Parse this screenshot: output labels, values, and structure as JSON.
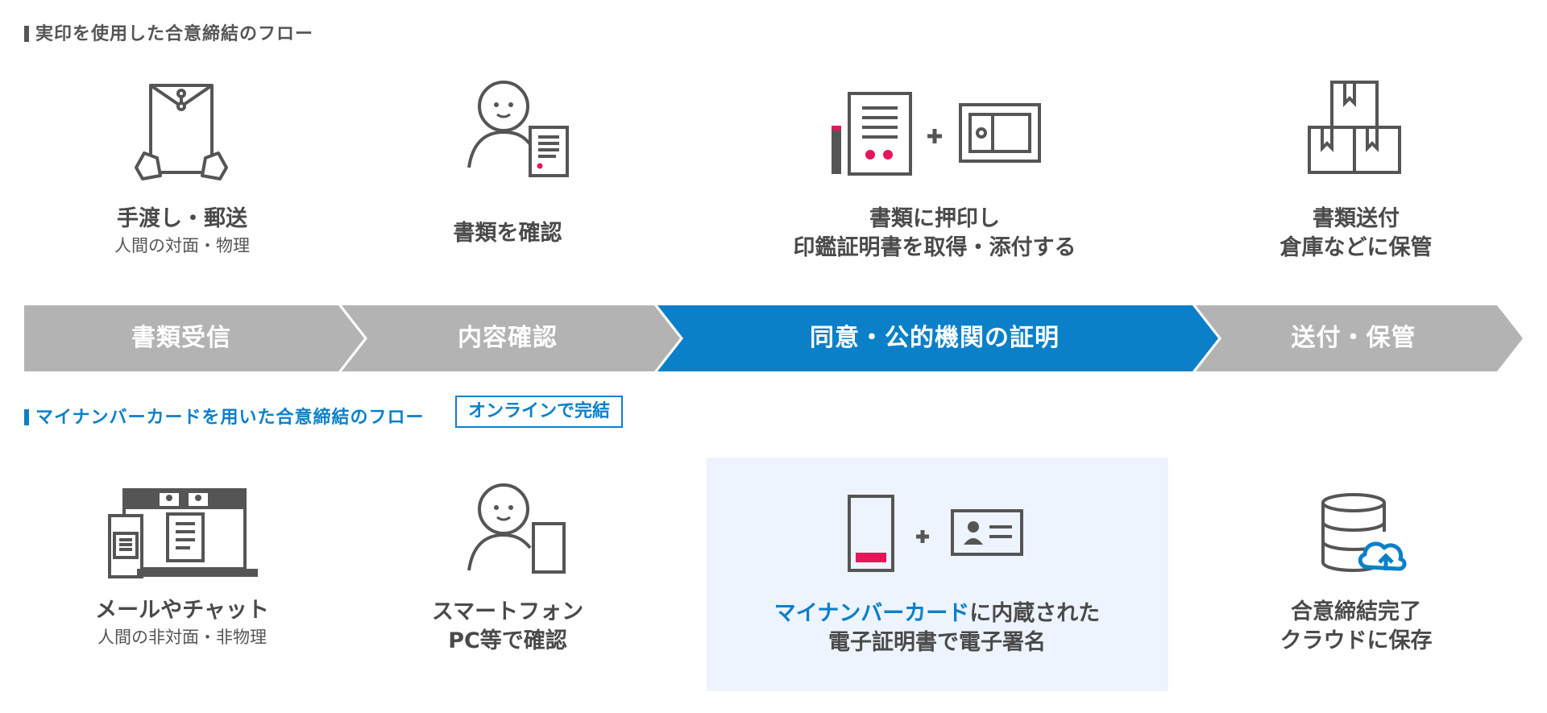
{
  "section1": {
    "title": "実印を使用した合意締結のフロー",
    "steps": [
      {
        "icon": "envelope-hands-icon",
        "main": "手渡し・郵送",
        "sub": "人間の対面・物理"
      },
      {
        "icon": "person-document-icon",
        "main": "書類を確認"
      },
      {
        "icon": "document-seal-certificate-icon",
        "main1": "書類に押印し",
        "main2": "印鑑証明書を取得・添付する"
      },
      {
        "icon": "storage-boxes-icon",
        "main1": "書類送付",
        "main2": "倉庫などに保管"
      }
    ]
  },
  "process_bar": {
    "stages": [
      "書類受信",
      "内容確認",
      "同意・公的機関の証明",
      "送付・保管"
    ],
    "active_index": 2
  },
  "section2": {
    "title": "マイナンバーカードを用いた合意締結のフロー",
    "badge": "オンラインで完結",
    "steps": [
      {
        "icon": "laptop-phone-chat-icon",
        "main": "メールやチャット",
        "sub": "人間の非対面・非物理"
      },
      {
        "icon": "person-smartphone-icon",
        "main1": "スマートフォン",
        "main2": "PC等で確認"
      },
      {
        "icon": "phone-id-card-icon",
        "main1_highlight": "マイナンバーカード",
        "main1_rest": "に内蔵された",
        "main2": "電子証明書で電子署名"
      },
      {
        "icon": "database-cloud-icon",
        "main1": "合意締結完了",
        "main2": "クラウドに保存"
      }
    ]
  },
  "colors": {
    "accent_blue": "#0b80c8",
    "stage_gray": "#b3b3b3",
    "icon_gray": "#555555",
    "seal_red": "#e5175a",
    "highlight_bg": "#eef4fd"
  }
}
